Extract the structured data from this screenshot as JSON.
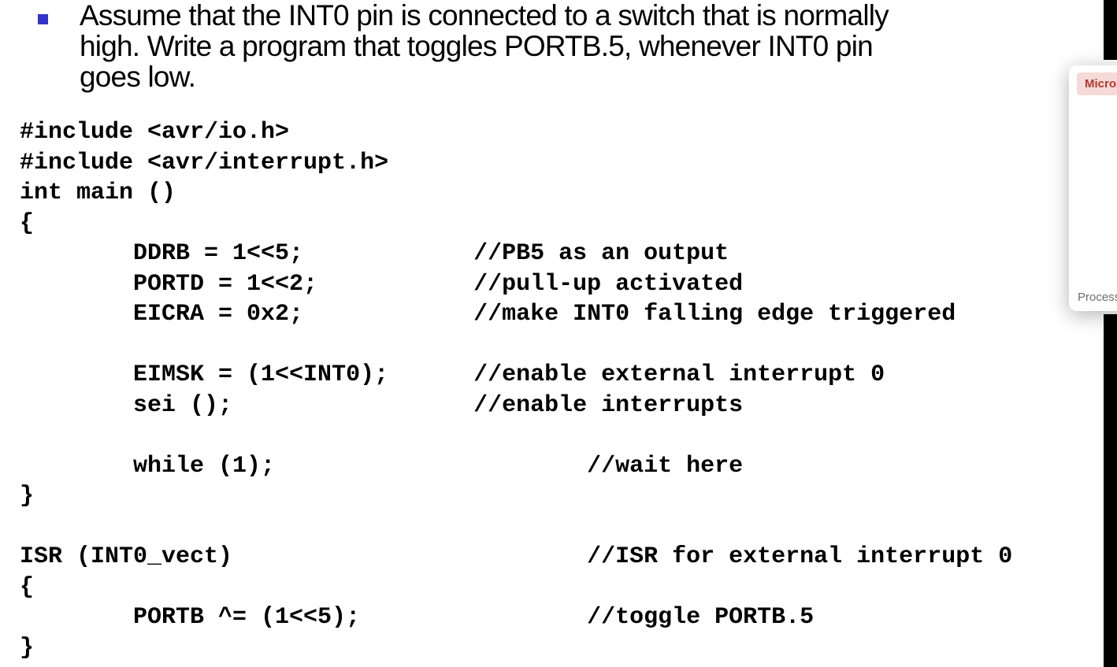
{
  "slide": {
    "bullet": {
      "lines": [
        "Assume that the INT0 pin is connected to a switch that is normally",
        "high. Write a program that toggles PORTB.5, whenever INT0 pin",
        "goes low."
      ]
    },
    "code_lines": [
      "#include <avr/io.h>",
      "#include <avr/interrupt.h>",
      "int main ()",
      "{",
      "        DDRB = 1<<5;            //PB5 as an output",
      "        PORTD = 1<<2;           //pull-up activated",
      "        EICRA = 0x2;            //make INT0 falling edge triggered",
      "",
      "        EIMSK = (1<<INT0);      //enable external interrupt 0",
      "        sei ();                 //enable interrupts",
      "",
      "        while (1);                      //wait here",
      "}",
      "",
      "ISR (INT0_vect)                         //ISR for external interrupt 0",
      "{",
      "        PORTB ^= (1<<5);                //toggle PORTB.5",
      "}"
    ]
  },
  "popup": {
    "badge_label": "Micros",
    "status_text": "Processin"
  },
  "colors": {
    "bullet_marker": "#3333cc",
    "code_text": "#000000",
    "badge_bg": "#f6dad7",
    "badge_text": "#b03a34",
    "status_text": "#6e6e6e",
    "edge_strip": "#000000"
  }
}
